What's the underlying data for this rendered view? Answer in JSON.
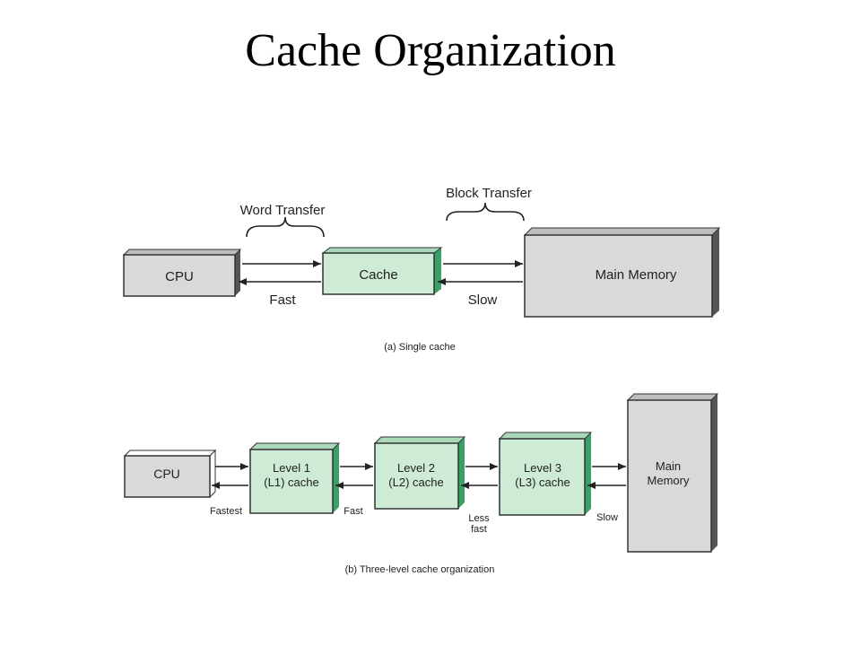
{
  "title": "Cache Organization",
  "colors": {
    "gray_box": "#d9d9dc",
    "gray_side": "#555555",
    "green_box": "#cdebd5",
    "green_side": "#3aa068",
    "stroke": "#333333"
  },
  "single": {
    "cpu": "CPU",
    "cache": "Cache",
    "memory": "Main Memory",
    "word_transfer": "Word Transfer",
    "block_transfer": "Block Transfer",
    "fast": "Fast",
    "slow": "Slow",
    "caption": "(a) Single cache"
  },
  "multi": {
    "cpu": "CPU",
    "l1_line1": "Level 1",
    "l1_line2": "(L1) cache",
    "l2_line1": "Level 2",
    "l2_line2": "(L2) cache",
    "l3_line1": "Level 3",
    "l3_line2": "(L3) cache",
    "mem_line1": "Main",
    "mem_line2": "Memory",
    "fastest": "Fastest",
    "fast": "Fast",
    "less_fast_line1": "Less",
    "less_fast_line2": "fast",
    "slow": "Slow",
    "caption": "(b) Three-level cache organization"
  }
}
